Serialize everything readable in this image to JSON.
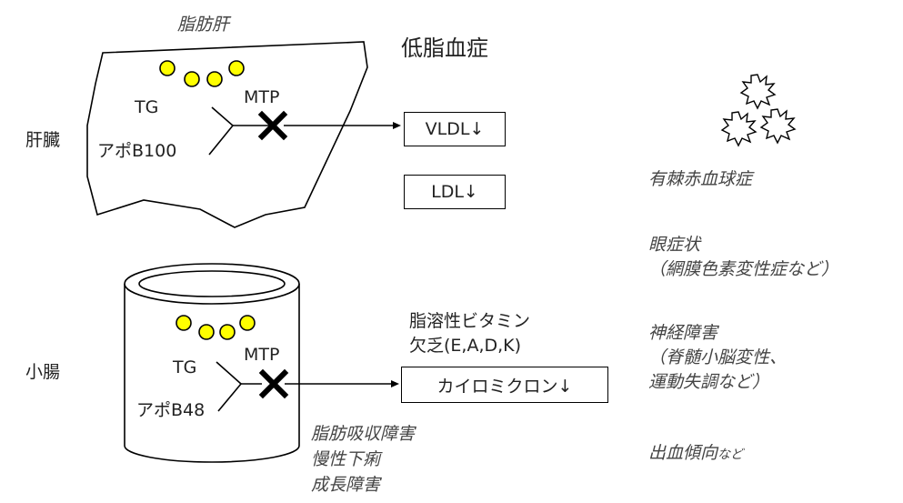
{
  "organs": {
    "liver": "肝臓",
    "intestine": "小腸"
  },
  "liver_panel": {
    "caption": "脂肪肝",
    "tg": "TG",
    "apo": "アポB100",
    "mtp": "MTP"
  },
  "intestine_panel": {
    "tg": "TG",
    "apo": "アポB48",
    "mtp": "MTP"
  },
  "lipid_header": "低脂血症",
  "boxes": {
    "vldl": "VLDL↓",
    "ldl": "LDL↓",
    "chylo": "カイロミクロン↓"
  },
  "vitamin": {
    "line1": "脂溶性ビタミン",
    "line2": "欠乏(E,A,D,K)"
  },
  "gi_symptoms": [
    "脂肪吸収障害",
    "慢性下痢",
    "成長障害"
  ],
  "symptoms": {
    "acanthocytosis": "有棘赤血球症",
    "eye": "眼症状",
    "eye_detail": "（網膜色素変性症など）",
    "neuro": "神経障害",
    "neuro_detail1": "（脊髄小脳変性、",
    "neuro_detail2": "運動失調など）",
    "bleeding": "出血傾向",
    "bleeding_suffix": "など"
  },
  "colors": {
    "droplet": "#ffff00",
    "line": "#000000",
    "italic_text": "#444444"
  }
}
